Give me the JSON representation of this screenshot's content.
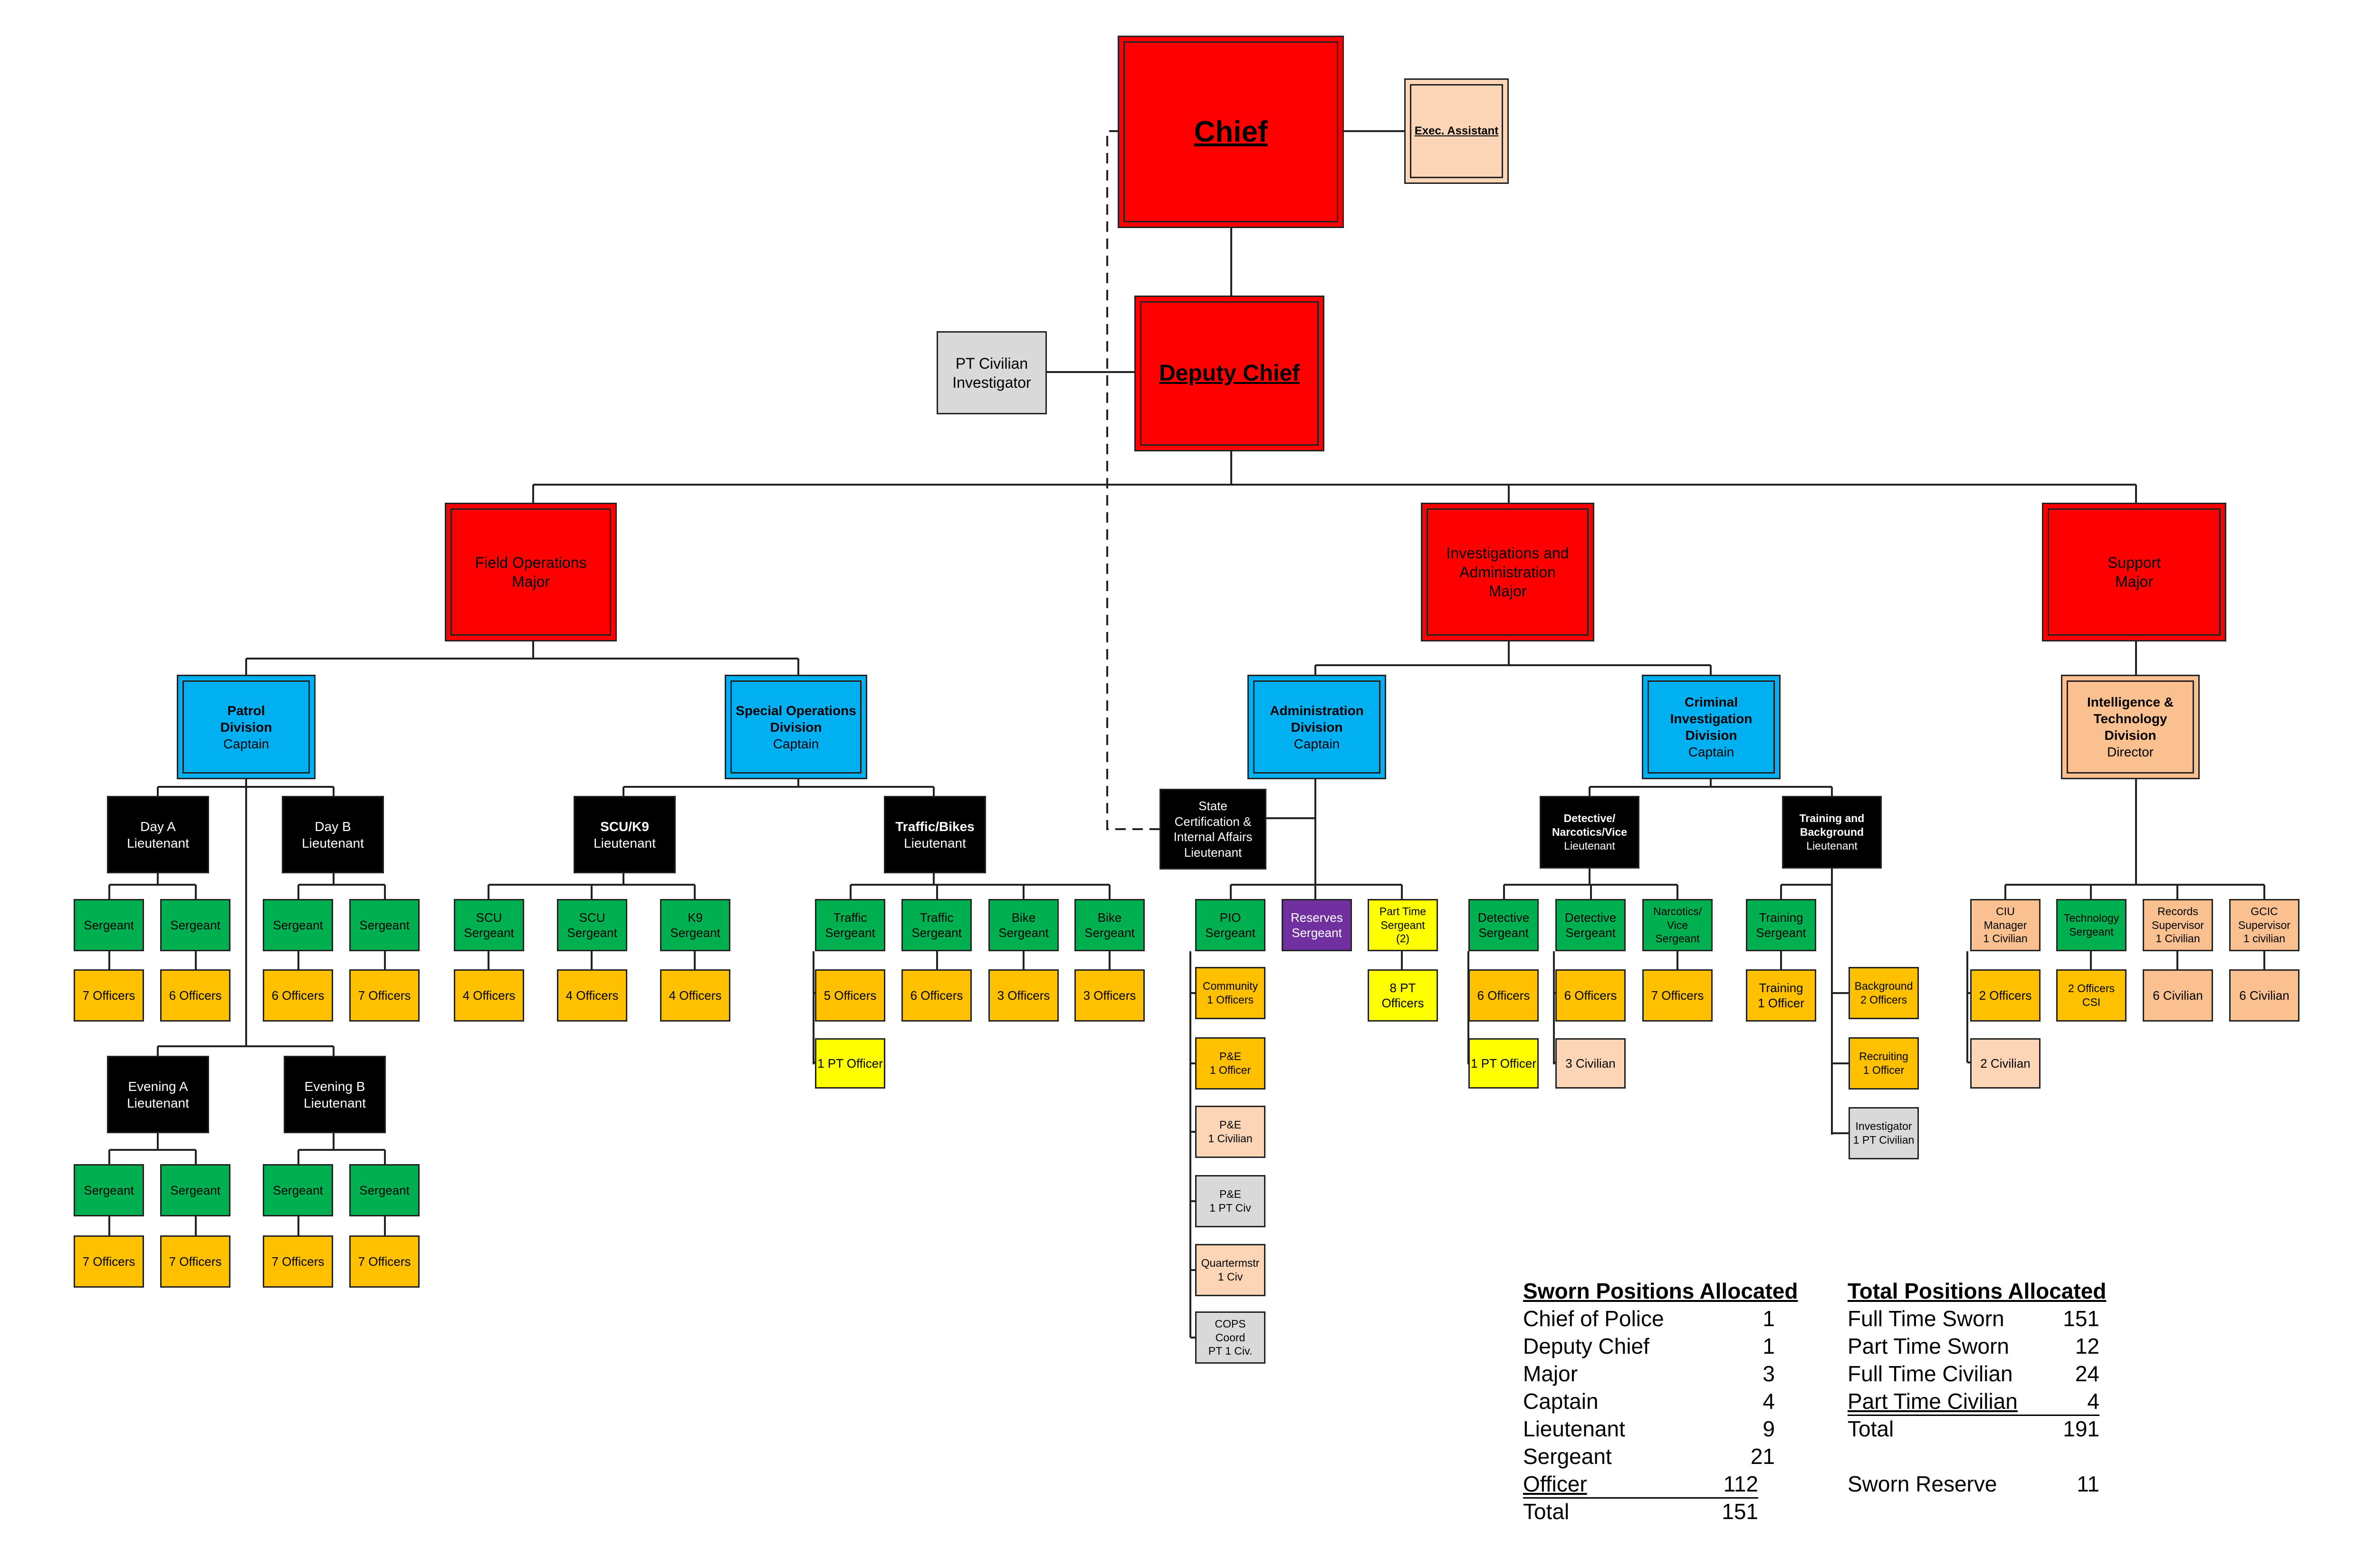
{
  "colors": {
    "division": "#ff0000",
    "bureau": "#00b0f0",
    "lieutenant": "#000000",
    "sergeant": "#00b050",
    "officers": "#ffc000",
    "part_time": "#ffff00",
    "reserves": "#7030a0",
    "civilian": "#fbd5b5",
    "director": "#fac090",
    "part_time_civilian": "#d9d9d9"
  },
  "top": {
    "chief": "Chief",
    "exec_assistant": "Exec. Assistant",
    "deputy_chief": "Deputy Chief",
    "pt_civilian": [
      "PT Civilian",
      "Investigator"
    ]
  },
  "divisions": {
    "field_ops": [
      "Field Operations",
      "Major"
    ],
    "investigations": [
      "Investigations and",
      "Administration",
      "Major"
    ],
    "support": [
      "Support",
      "Major"
    ]
  },
  "field_ops": {
    "patrol": [
      "Patrol",
      "Division",
      "Captain"
    ],
    "special_ops": [
      "Special Operations",
      "Division",
      "Captain"
    ],
    "day_a": [
      "Day A",
      "Lieutenant"
    ],
    "day_b": [
      "Day B",
      "Lieutenant"
    ],
    "evening_a": [
      "Evening A",
      "Lieutenant"
    ],
    "evening_b": [
      "Evening B",
      "Lieutenant"
    ],
    "scu_k9": [
      "SCU/K9",
      "Lieutenant"
    ],
    "traffic_bikes": [
      "Traffic/Bikes",
      "Lieutenant"
    ],
    "sergeant": "Sergeant",
    "day_a_officers": [
      "7 Officers",
      "6 Officers"
    ],
    "day_b_officers": [
      "6 Officers",
      "7 Officers"
    ],
    "evening_a_officers": [
      "7 Officers",
      "7 Officers"
    ],
    "evening_b_officers": [
      "7 Officers",
      "7 Officers"
    ],
    "scu_sgt": [
      "SCU",
      "Sergeant"
    ],
    "k9_sgt": [
      "K9",
      "Sergeant"
    ],
    "scu_officers": [
      "4 Officers",
      "4 Officers",
      "4 Officers"
    ],
    "traffic_sgt": [
      "Traffic",
      "Sergeant"
    ],
    "bike_sgt": [
      "Bike",
      "Sergeant"
    ],
    "traffic_officers": [
      "5 Officers",
      "6 Officers",
      "3 Officers",
      "3 Officers"
    ],
    "pt_officer": "1 PT Officer"
  },
  "investigations": {
    "admin": [
      "Administration",
      "Division",
      "Captain"
    ],
    "criminal": [
      "Criminal",
      "Investigation",
      "Division",
      "Captain"
    ],
    "state_cert": [
      "State",
      "Certification &",
      "Internal Affairs",
      "Lieutenant"
    ],
    "pio_sgt": [
      "PIO",
      "Sergeant"
    ],
    "reserves_sgt": [
      "Reserves",
      "Sergeant"
    ],
    "pt_sgt": [
      "Part Time",
      "Sergeant",
      "(2)"
    ],
    "pt_officers": [
      "8  PT",
      "Officers"
    ],
    "community": [
      "Community",
      "1 Officers"
    ],
    "pe_officer": [
      "P&E",
      "1 Officer"
    ],
    "pe_civilian": [
      "P&E",
      "1 Civilian"
    ],
    "pe_ptciv": [
      "P&E",
      "1 PT Civ"
    ],
    "quartermstr": [
      "Quartermstr",
      "1 Civ"
    ],
    "cops": [
      "COPS",
      "Coord",
      "PT 1 Civ."
    ],
    "detective_narc": [
      "Detective/",
      "Narcotics/Vice",
      "Lieutenant"
    ],
    "training_bg": [
      "Training and",
      "Background",
      "Lieutenant"
    ],
    "detective_sgt": [
      "Detective",
      "Sergeant"
    ],
    "narc_sgt": [
      "Narcotics/",
      "Vice",
      "Sergeant"
    ],
    "training_sgt": [
      "Training",
      "Sergeant"
    ],
    "det_officers": [
      "6 Officers",
      "6 Officers",
      "7 Officers"
    ],
    "det_pt_officer": "1 PT Officer",
    "three_civilian": "3 Civilian",
    "training_officer": [
      "Training",
      "1 Officer"
    ],
    "background": [
      "Background",
      "2 Officers"
    ],
    "recruiting": [
      "Recruiting",
      "1 Officer"
    ],
    "investigator": [
      "Investigator",
      "1 PT Civilian"
    ]
  },
  "support": {
    "intel": [
      "Intelligence &",
      "Technology",
      "Division",
      "Director"
    ],
    "ciu_mgr": [
      "CIU",
      "Manager",
      "1 Civilian"
    ],
    "tech_sgt": [
      "Technology",
      "Sergeant"
    ],
    "records": [
      "Records",
      "Supervisor",
      "1 Civilian"
    ],
    "gcic": [
      "GCIC",
      "Supervisor",
      "1 civilian"
    ],
    "two_officers": "2 Officers",
    "two_officers_csi": [
      "2 Officers",
      "CSI"
    ],
    "six_civilian_a": "6 Civilian",
    "six_civilian_b": "6 Civilian",
    "two_civilian": "2 Civilian"
  },
  "sworn": {
    "title": "Sworn Positions Allocated",
    "rows": [
      {
        "label": "Chief of Police",
        "value": "1"
      },
      {
        "label": "Deputy Chief",
        "value": "1"
      },
      {
        "label": "Major",
        "value": "3"
      },
      {
        "label": "Captain",
        "value": "4"
      },
      {
        "label": "Lieutenant",
        "value": "9"
      },
      {
        "label": "Sergeant",
        "value": "21"
      },
      {
        "label": "Officer",
        "value": "112"
      },
      {
        "label": "Total",
        "value": "151"
      }
    ]
  },
  "totals": {
    "title": "Total Positions Allocated",
    "rows": [
      {
        "label": "Full Time Sworn",
        "value": "151"
      },
      {
        "label": "Part Time Sworn",
        "value": "12"
      },
      {
        "label": "Full Time Civilian",
        "value": "24"
      },
      {
        "label": "Part Time Civilian",
        "value": "4"
      },
      {
        "label": "Total",
        "value": "191"
      },
      {
        "label": "",
        "value": ""
      },
      {
        "label": "Sworn Reserve",
        "value": "11"
      }
    ]
  }
}
